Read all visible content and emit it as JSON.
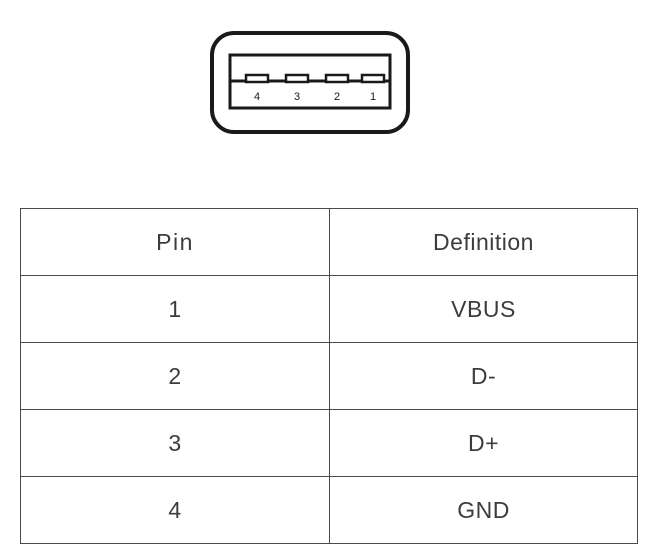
{
  "diagram": {
    "name": "usb-type-a-connector",
    "pin_numbers": [
      "4",
      "3",
      "2",
      "1"
    ],
    "colors": {
      "outline": "#1a1a1a",
      "fill": "#ffffff",
      "label": "#1a1a1a"
    }
  },
  "table": {
    "name": "usb-pinout-table",
    "columns": [
      "Pin",
      "Definition"
    ],
    "rows": [
      {
        "pin": "1",
        "definition": "VBUS"
      },
      {
        "pin": "2",
        "definition": "D-"
      },
      {
        "pin": "3",
        "definition": "D+"
      },
      {
        "pin": "4",
        "definition": "GND"
      }
    ],
    "colors": {
      "border": "#4a4a4a",
      "text": "#3c3c3c",
      "background": "#ffffff"
    }
  }
}
